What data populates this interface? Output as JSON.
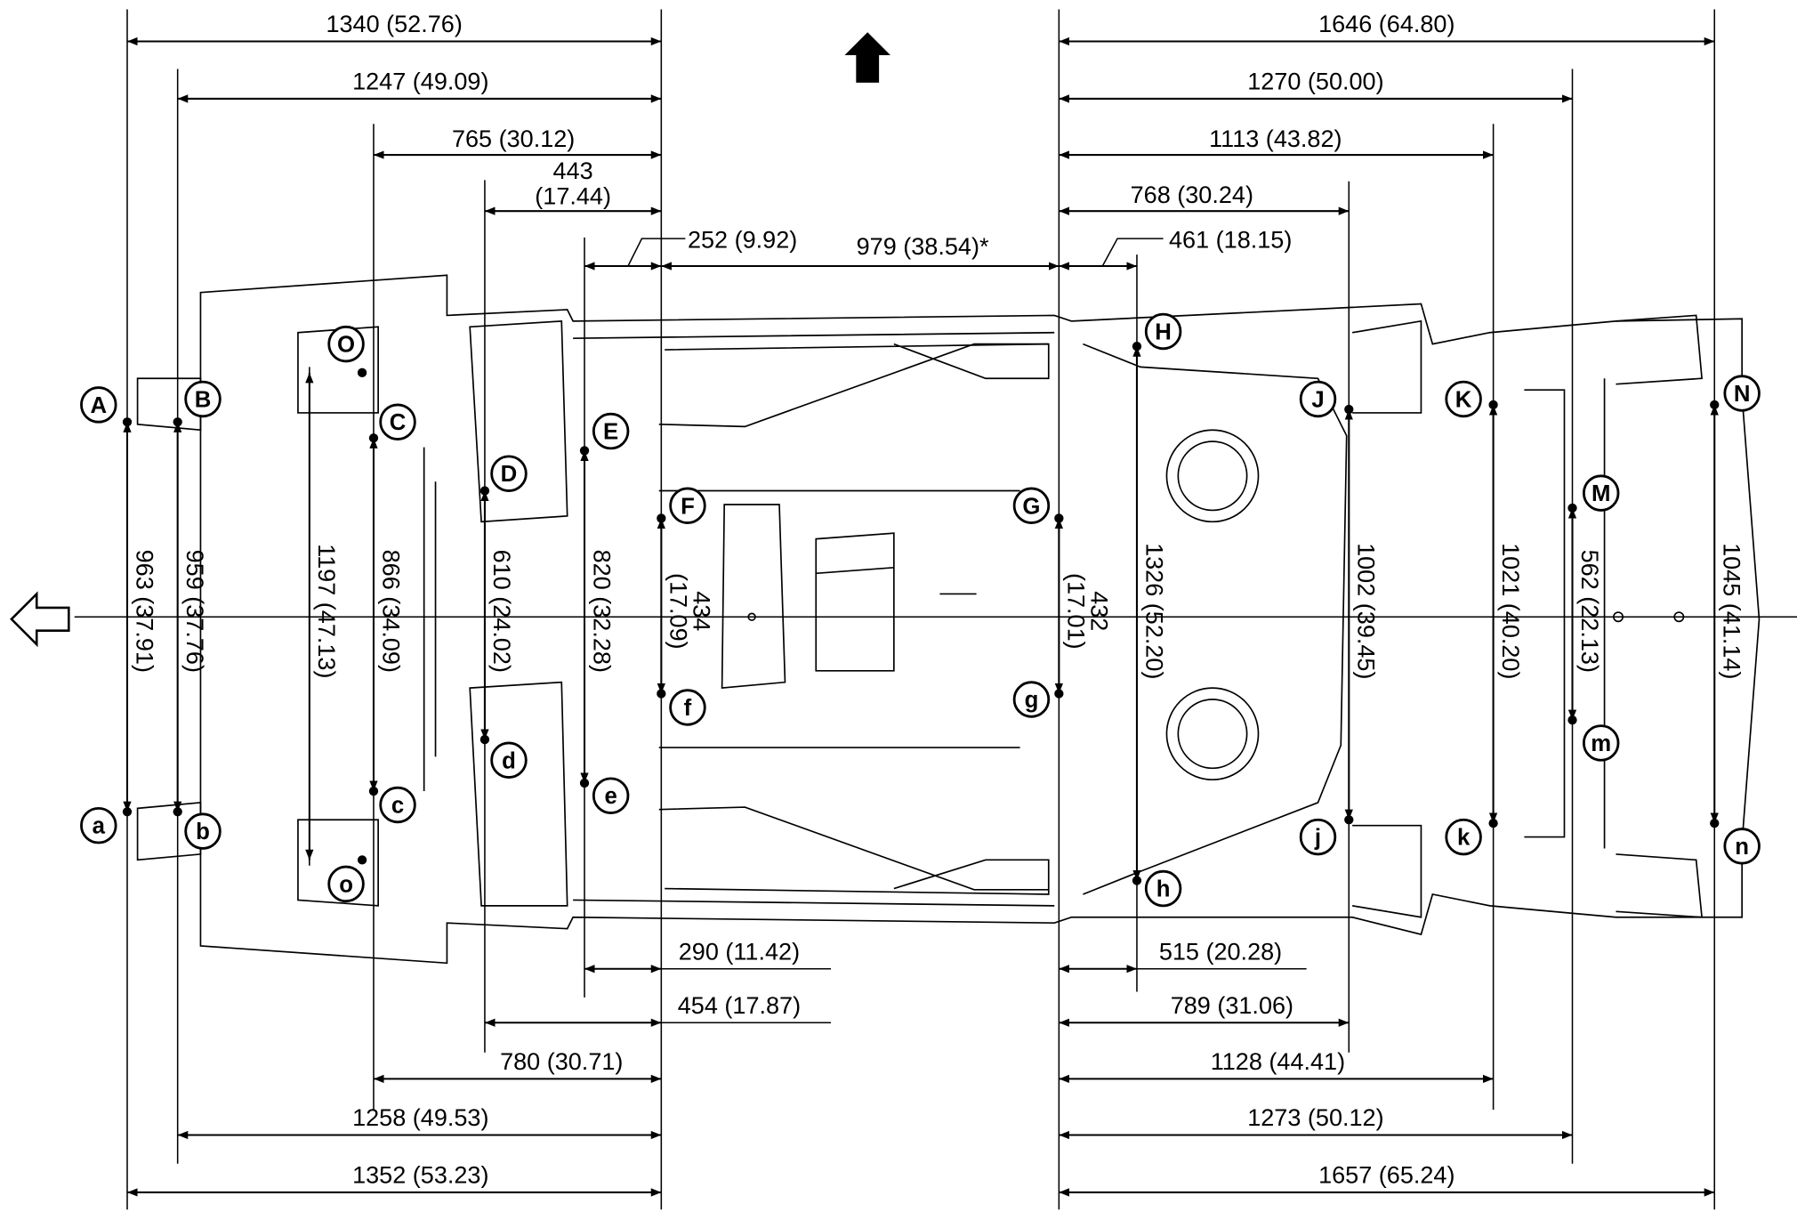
{
  "diagram": {
    "title": "Underbody dimensions (mm (in))",
    "direction_arrows": [
      "front-arrow-up",
      "front-arrow-left"
    ],
    "top_dimensions": [
      {
        "id": "t1340",
        "text": "1340 (52.76)"
      },
      {
        "id": "t1247",
        "text": "1247 (49.09)"
      },
      {
        "id": "t765",
        "text": "765 (30.12)"
      },
      {
        "id": "t443",
        "text": "443",
        "text2": "(17.44)"
      },
      {
        "id": "t252",
        "text": "252 (9.92)"
      },
      {
        "id": "t979",
        "text": "979 (38.54)*"
      },
      {
        "id": "t1646",
        "text": "1646 (64.80)"
      },
      {
        "id": "t1270",
        "text": "1270 (50.00)"
      },
      {
        "id": "t1113",
        "text": "1113 (43.82)"
      },
      {
        "id": "t768",
        "text": "768 (30.24)"
      },
      {
        "id": "t461",
        "text": "461 (18.15)"
      }
    ],
    "bottom_dimensions": [
      {
        "id": "b290",
        "text": "290 (11.42)"
      },
      {
        "id": "b454",
        "text": "454 (17.87)"
      },
      {
        "id": "b780",
        "text": "780 (30.71)"
      },
      {
        "id": "b1258",
        "text": "1258 (49.53)"
      },
      {
        "id": "b1352",
        "text": "1352 (53.23)"
      },
      {
        "id": "b515",
        "text": "515 (20.28)"
      },
      {
        "id": "b789",
        "text": "789 (31.06)"
      },
      {
        "id": "b1128",
        "text": "1128 (44.41)"
      },
      {
        "id": "b1273",
        "text": "1273 (50.12)"
      },
      {
        "id": "b1657",
        "text": "1657 (65.24)"
      }
    ],
    "vertical_dimensions": [
      {
        "id": "v963",
        "text": "963 (37.91)"
      },
      {
        "id": "v959",
        "text": "959 (37.76)"
      },
      {
        "id": "v1197",
        "text": "1197 (47.13)"
      },
      {
        "id": "v866",
        "text": "866 (34.09)"
      },
      {
        "id": "v610",
        "text": "610 (24.02)"
      },
      {
        "id": "v820",
        "text": "820 (32.28)"
      },
      {
        "id": "v434",
        "text": "434",
        "text2": "(17.09)"
      },
      {
        "id": "v432",
        "text": "432",
        "text2": "(17.01)"
      },
      {
        "id": "v1326",
        "text": "1326 (52.20)"
      },
      {
        "id": "v1002",
        "text": "1002 (39.45)"
      },
      {
        "id": "v1021",
        "text": "1021 (40.20)"
      },
      {
        "id": "v562",
        "text": "562 (22.13)"
      },
      {
        "id": "v1045",
        "text": "1045 (41.14)"
      }
    ],
    "points": [
      "A",
      "a",
      "B",
      "b",
      "C",
      "c",
      "D",
      "d",
      "E",
      "e",
      "F",
      "f",
      "G",
      "g",
      "H",
      "h",
      "J",
      "j",
      "K",
      "k",
      "M",
      "m",
      "N",
      "n",
      "O",
      "o"
    ]
  }
}
